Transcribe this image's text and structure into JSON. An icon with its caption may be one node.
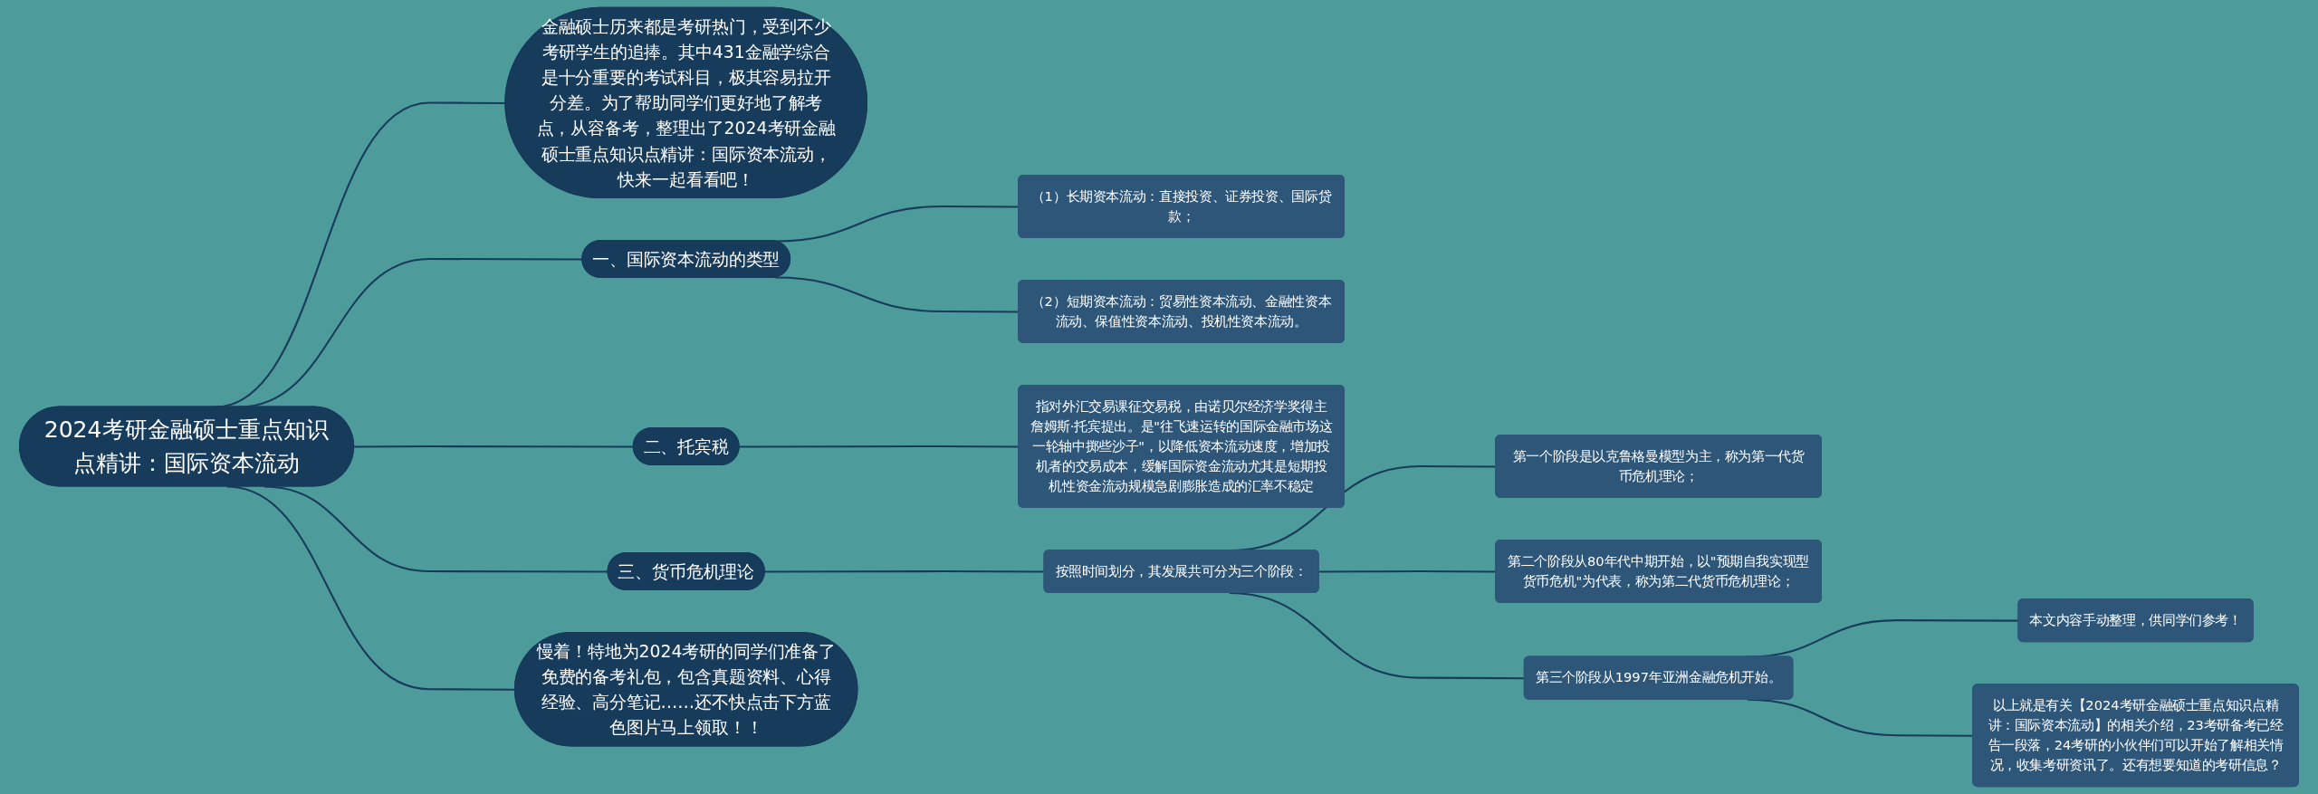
{
  "diagram": {
    "nodes": [
      {
        "text": [
          "2024考研金融硕士重点知识点精讲：国际资本流动"
        ]
      },
      {
        "text": [
          "金融硕士历来都是考研热门，受到不少考研学生的追捧。其中431金融学综合是十分重要的考试科目，极其容易拉开分差。为了帮助同学们更好地了解考点，从容备考，整理出了2024考研金融硕士重点知识点精讲：国际资本流动，快来一起看看吧！"
        ]
      },
      {
        "text": [
          "一、国际资本流动的类型"
        ]
      },
      {
        "text": [
          "（1）长期资本流动：直接投资、证券投资、国际贷款；"
        ]
      },
      {
        "text": [
          "（2）短期资本流动：贸易性资本流动、金融性资本流动、保值性资本流动、投机性资本流动。"
        ]
      },
      {
        "text": [
          "二、托宾税"
        ]
      },
      {
        "text": [
          "指对外汇交易课征交易税，由诺贝尔经济学奖得主詹姆斯·托宾提出。是\"往飞速运转的国际金融市场这一轮轴中掷些沙子\"，以降低资本流动速度，增加投机者的交易成本，缓解国际资金流动尤其是短期投机性资金流动规模急剧膨胀造成的汇率不稳定"
        ]
      },
      {
        "text": [
          "三、货币危机理论"
        ]
      },
      {
        "text": [
          "按照时间划分，其发展共可分为三个阶段："
        ]
      },
      {
        "text": [
          "第一个阶段是以克鲁格曼模型为主，称为第一代货币危机理论；"
        ]
      },
      {
        "text": [
          "第二个阶段从80年代中期开始，以\"预期自我实现型货币危机\"为代表，称为第二代货币危机理论；"
        ]
      },
      {
        "text": [
          "第三个阶段从1997年亚洲金融危机开始。"
        ]
      },
      {
        "text": [
          "本文内容手动整理，供同学们参考！"
        ]
      },
      {
        "text": [
          "以上就是有关【2024考研金融硕士重点知识点精讲：国际资本流动】的相关介绍，23考研备考已经告一段落，24考研的小伙伴们可以开始了解相关情况，收集考研资讯了。还有想要知道的考研信息？"
        ]
      },
      {
        "text": [
          "慢着！特地为2024考研的同学们准备了免费的备考礼包，包含真题资料、心得经验、高分笔记……还不快点击下方蓝色图片马上领取！！"
        ]
      }
    ],
    "edges": [
      {
        "from": 0,
        "to": 1,
        "arrow": "none"
      },
      {
        "from": 0,
        "to": 2,
        "arrow": "none"
      },
      {
        "from": 2,
        "to": 3,
        "arrow": "none"
      },
      {
        "from": 2,
        "to": 4,
        "arrow": "none"
      },
      {
        "from": 0,
        "to": 5,
        "arrow": "none"
      },
      {
        "from": 5,
        "to": 6,
        "arrow": "none"
      },
      {
        "from": 0,
        "to": 7,
        "arrow": "none"
      },
      {
        "from": 7,
        "to": 8,
        "arrow": "none"
      },
      {
        "from": 8,
        "to": 9,
        "arrow": "none"
      },
      {
        "from": 8,
        "to": 10,
        "arrow": "none"
      },
      {
        "from": 8,
        "to": 11,
        "arrow": "none"
      },
      {
        "from": 11,
        "to": 12,
        "arrow": "none"
      },
      {
        "from": 11,
        "to": 13,
        "arrow": "none"
      },
      {
        "from": 0,
        "to": 14,
        "arrow": "none"
      }
    ]
  }
}
